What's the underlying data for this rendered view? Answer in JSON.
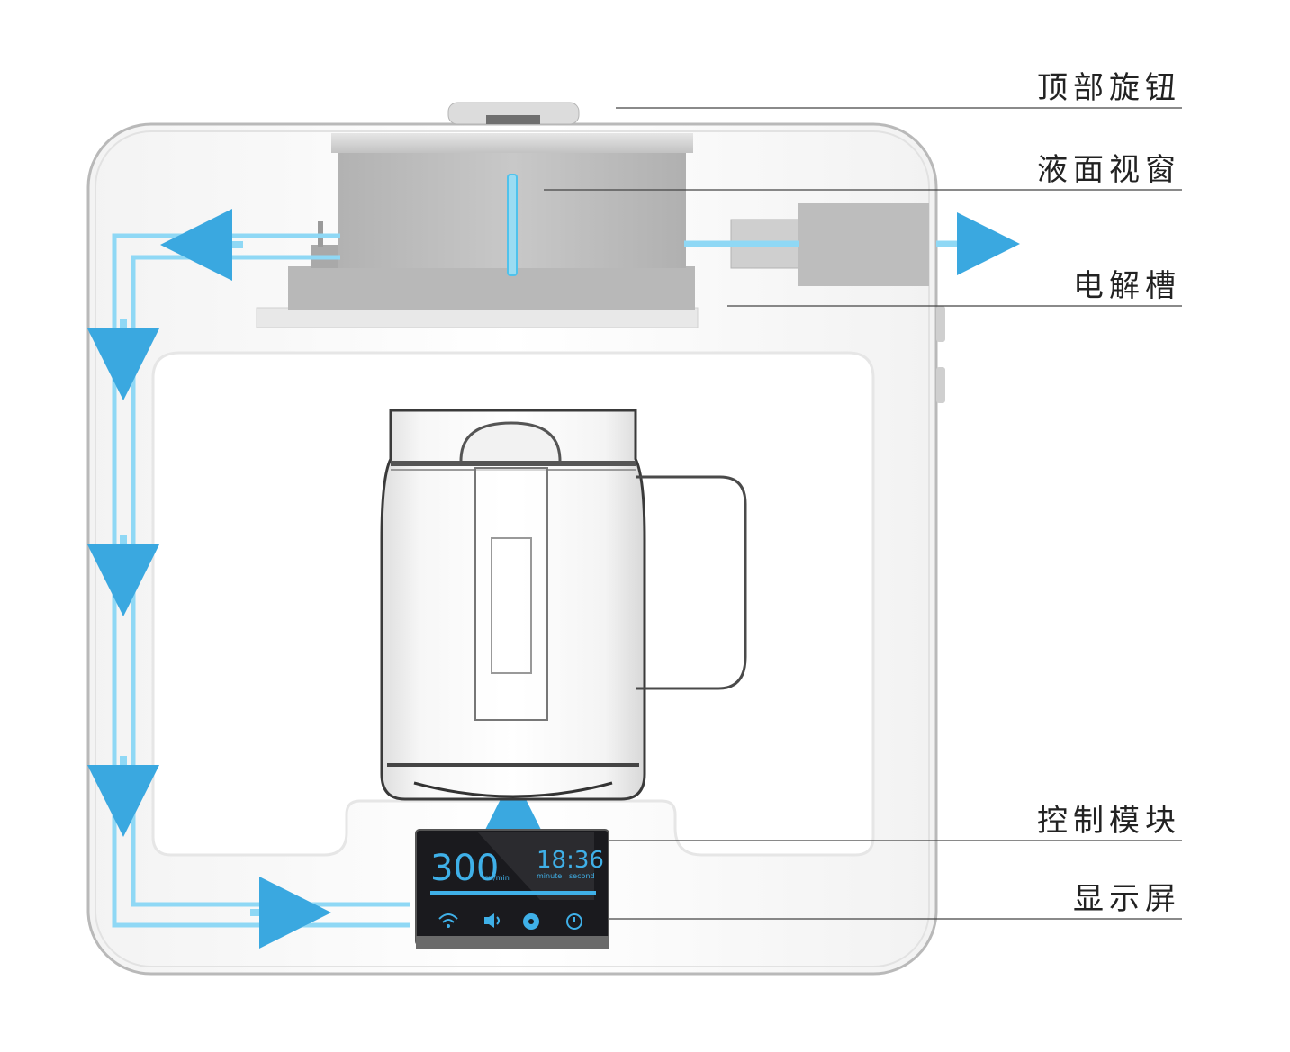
{
  "labels": {
    "top_knob": "顶部旋钮",
    "level_window": "液面视窗",
    "electrolysis_tank": "电解槽",
    "control_module": "控制模块",
    "display_screen": "显示屏"
  },
  "screen": {
    "volume_value": "300",
    "volume_unit": "ml/min",
    "time_value": "18:36",
    "time_unit_minute": "minute",
    "time_unit_second": "second"
  },
  "icons": [
    "wifi-icon",
    "volume-icon",
    "fan-icon",
    "timer-icon"
  ],
  "colors": {
    "flow": "#8fd8f5",
    "flow_arrow": "#3aa8e0",
    "screen_bg": "#1a1a1e",
    "screen_text": "#3fb0e8",
    "body_outline": "#b9b9b9",
    "tank_gray": "#bdbdbd"
  }
}
